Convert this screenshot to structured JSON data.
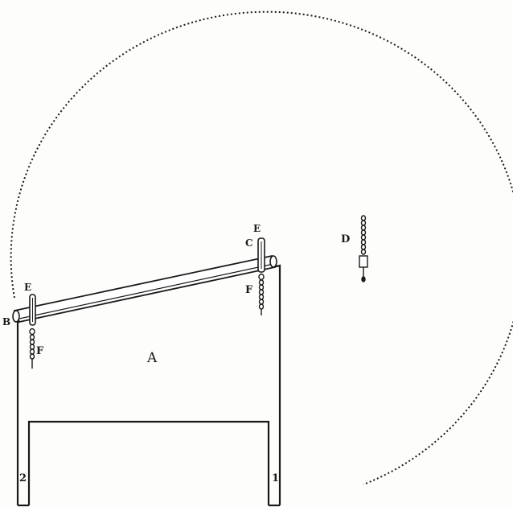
{
  "labels": {
    "a": "A",
    "b": "B",
    "c": "C",
    "d": "D",
    "e_left": "E",
    "e_right": "E",
    "f_left": "F",
    "f_right": "F",
    "leg_left": "2",
    "leg_right": "1"
  },
  "colors": {
    "ink": "#1a1a1a",
    "paper": "#fdfdfb"
  }
}
